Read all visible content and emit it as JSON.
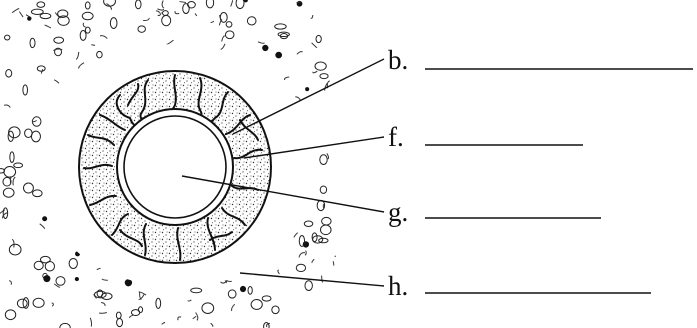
{
  "labels": [
    {
      "key": "b",
      "text": "b."
    },
    {
      "key": "f",
      "text": "f."
    },
    {
      "key": "g",
      "text": "g."
    },
    {
      "key": "h",
      "text": "h."
    }
  ],
  "colors": {
    "ink": "#111111",
    "background": "#ffffff",
    "stipple": "#333333"
  }
}
